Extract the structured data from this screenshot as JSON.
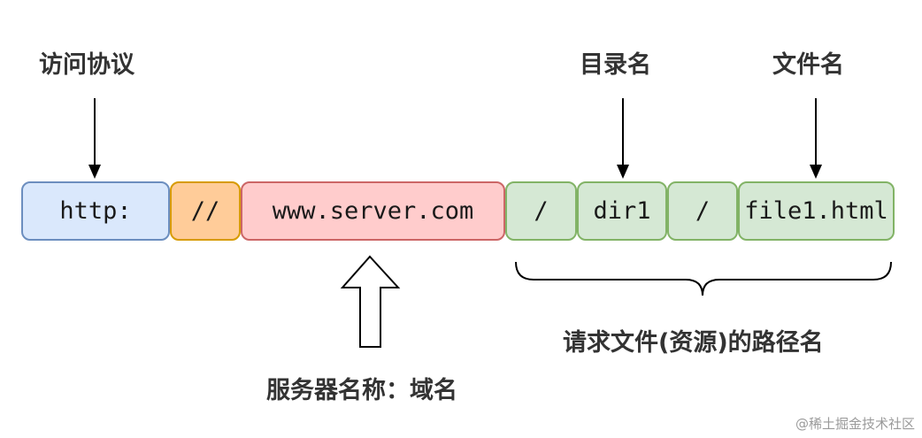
{
  "labels": {
    "protocol": "访问协议",
    "directory": "目录名",
    "filename": "文件名",
    "server": "服务器名称：域名",
    "path": "请求文件(资源)的路径名"
  },
  "segments": {
    "scheme": "http:",
    "slashes": "//",
    "host": "www.server.com",
    "slash1": "/",
    "dir": "dir1",
    "slash2": "/",
    "file": "file1.html"
  },
  "watermark": "@稀土掘金技术社区",
  "colors": {
    "scheme_fill": "#dae8fc",
    "slashes_fill": "#ffcc99",
    "host_fill": "#ffcccc",
    "path_fill": "#d5e8d4"
  }
}
